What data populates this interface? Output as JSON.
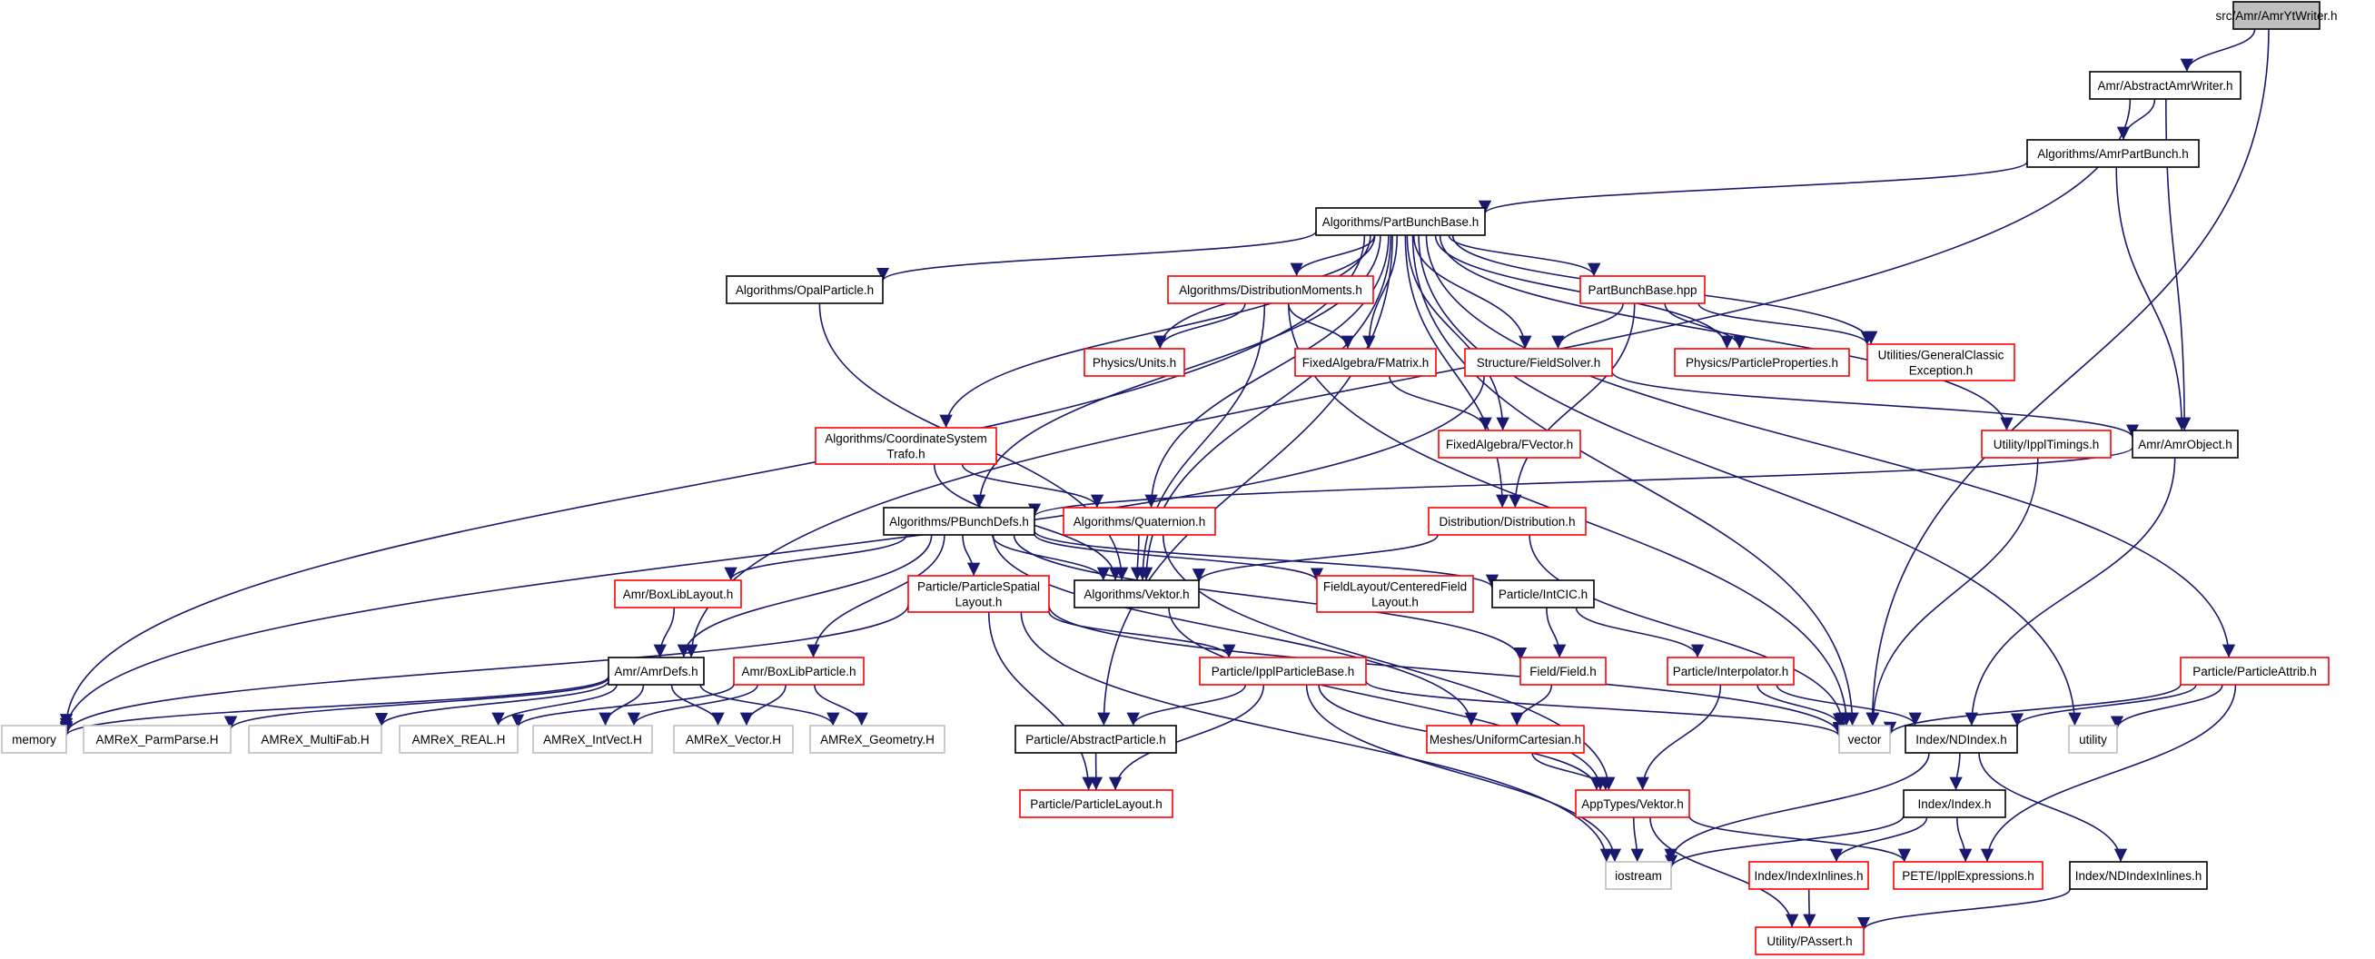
{
  "title": "",
  "colors": {
    "edge": "#191970",
    "border_documented": "#000000",
    "border_undocumented": "#ff0000",
    "border_external": "#bfbfbf",
    "root_fill": "#bfbfbf",
    "fill": "#ffffff"
  },
  "nodes": [
    {
      "id": "yt",
      "lines": [
        "src/Amr/AmrYtWriter.h"
      ],
      "kind": "root"
    },
    {
      "id": "aaw",
      "lines": [
        "Amr/AbstractAmrWriter.h"
      ],
      "kind": "doc"
    },
    {
      "id": "apb",
      "lines": [
        "Algorithms/AmrPartBunch.h"
      ],
      "kind": "doc"
    },
    {
      "id": "pbb",
      "lines": [
        "Algorithms/PartBunchBase.h"
      ],
      "kind": "doc"
    },
    {
      "id": "opal",
      "lines": [
        "Algorithms/OpalParticle.h"
      ],
      "kind": "doc"
    },
    {
      "id": "dmom",
      "lines": [
        "Algorithms/DistributionMoments.h"
      ],
      "kind": "undoc"
    },
    {
      "id": "pbbhpp",
      "lines": [
        "PartBunchBase.hpp"
      ],
      "kind": "undoc"
    },
    {
      "id": "units",
      "lines": [
        "Physics/Units.h"
      ],
      "kind": "undoc"
    },
    {
      "id": "fmat",
      "lines": [
        "FixedAlgebra/FMatrix.h"
      ],
      "kind": "undoc"
    },
    {
      "id": "fsolv",
      "lines": [
        "Structure/FieldSolver.h"
      ],
      "kind": "undoc"
    },
    {
      "id": "pprop",
      "lines": [
        "Physics/ParticleProperties.h"
      ],
      "kind": "undoc"
    },
    {
      "id": "gce",
      "lines": [
        "Utilities/GeneralClassic",
        "Exception.h"
      ],
      "kind": "undoc"
    },
    {
      "id": "cst",
      "lines": [
        "Algorithms/CoordinateSystem",
        "Trafo.h"
      ],
      "kind": "undoc"
    },
    {
      "id": "fvec",
      "lines": [
        "FixedAlgebra/FVector.h"
      ],
      "kind": "undoc"
    },
    {
      "id": "ippltim",
      "lines": [
        "Utility/IpplTimings.h"
      ],
      "kind": "undoc"
    },
    {
      "id": "amrobj",
      "lines": [
        "Amr/AmrObject.h"
      ],
      "kind": "doc"
    },
    {
      "id": "pbd",
      "lines": [
        "Algorithms/PBunchDefs.h"
      ],
      "kind": "doc"
    },
    {
      "id": "quat",
      "lines": [
        "Algorithms/Quaternion.h"
      ],
      "kind": "undoc"
    },
    {
      "id": "dist",
      "lines": [
        "Distribution/Distribution.h"
      ],
      "kind": "undoc"
    },
    {
      "id": "boxlay",
      "lines": [
        "Amr/BoxLibLayout.h"
      ],
      "kind": "undoc"
    },
    {
      "id": "pspat",
      "lines": [
        "Particle/ParticleSpatial",
        "Layout.h"
      ],
      "kind": "undoc"
    },
    {
      "id": "avek",
      "lines": [
        "Algorithms/Vektor.h"
      ],
      "kind": "doc"
    },
    {
      "id": "cfl",
      "lines": [
        "FieldLayout/CenteredField",
        "Layout.h"
      ],
      "kind": "undoc"
    },
    {
      "id": "intcic",
      "lines": [
        "Particle/IntCIC.h"
      ],
      "kind": "doc"
    },
    {
      "id": "pattrib",
      "lines": [
        "Particle/ParticleAttrib.h"
      ],
      "kind": "undoc"
    },
    {
      "id": "amrdefs",
      "lines": [
        "Amr/AmrDefs.h"
      ],
      "kind": "doc"
    },
    {
      "id": "boxpart",
      "lines": [
        "Amr/BoxLibParticle.h"
      ],
      "kind": "undoc"
    },
    {
      "id": "ipplpb",
      "lines": [
        "Particle/IpplParticleBase.h"
      ],
      "kind": "undoc"
    },
    {
      "id": "field",
      "lines": [
        "Field/Field.h"
      ],
      "kind": "undoc"
    },
    {
      "id": "interp",
      "lines": [
        "Particle/Interpolator.h"
      ],
      "kind": "undoc"
    },
    {
      "id": "memory",
      "lines": [
        "memory"
      ],
      "kind": "ext"
    },
    {
      "id": "parmp",
      "lines": [
        "AMReX_ParmParse.H"
      ],
      "kind": "ext"
    },
    {
      "id": "multif",
      "lines": [
        "AMReX_MultiFab.H"
      ],
      "kind": "ext"
    },
    {
      "id": "real",
      "lines": [
        "AMReX_REAL.H"
      ],
      "kind": "ext"
    },
    {
      "id": "intvect",
      "lines": [
        "AMReX_IntVect.H"
      ],
      "kind": "ext"
    },
    {
      "id": "amxvec",
      "lines": [
        "AMReX_Vector.H"
      ],
      "kind": "ext"
    },
    {
      "id": "geom",
      "lines": [
        "AMReX_Geometry.H"
      ],
      "kind": "ext"
    },
    {
      "id": "abspart",
      "lines": [
        "Particle/AbstractParticle.h"
      ],
      "kind": "doc"
    },
    {
      "id": "mesh",
      "lines": [
        "Meshes/UniformCartesian.h"
      ],
      "kind": "undoc"
    },
    {
      "id": "vector",
      "lines": [
        "vector"
      ],
      "kind": "ext"
    },
    {
      "id": "utility",
      "lines": [
        "utility"
      ],
      "kind": "ext"
    },
    {
      "id": "ndindex",
      "lines": [
        "Index/NDIndex.h"
      ],
      "kind": "doc"
    },
    {
      "id": "playout",
      "lines": [
        "Particle/ParticleLayout.h"
      ],
      "kind": "undoc"
    },
    {
      "id": "atvek",
      "lines": [
        "AppTypes/Vektor.h"
      ],
      "kind": "undoc"
    },
    {
      "id": "index",
      "lines": [
        "Index/Index.h"
      ],
      "kind": "doc"
    },
    {
      "id": "iostream",
      "lines": [
        "iostream"
      ],
      "kind": "ext"
    },
    {
      "id": "idxinl",
      "lines": [
        "Index/IndexInlines.h"
      ],
      "kind": "undoc"
    },
    {
      "id": "pete",
      "lines": [
        "PETE/IpplExpressions.h"
      ],
      "kind": "undoc"
    },
    {
      "id": "ndinl",
      "lines": [
        "Index/NDIndexInlines.h"
      ],
      "kind": "doc"
    },
    {
      "id": "passert",
      "lines": [
        "Utility/PAssert.h"
      ],
      "kind": "undoc"
    }
  ],
  "edges": [
    [
      "yt",
      "aaw"
    ],
    [
      "yt",
      "vector"
    ],
    [
      "aaw",
      "amrdefs"
    ],
    [
      "aaw",
      "apb"
    ],
    [
      "aaw",
      "amrobj"
    ],
    [
      "apb",
      "pbb"
    ],
    [
      "apb",
      "amrobj"
    ],
    [
      "pbb",
      "memory"
    ],
    [
      "pbb",
      "opal"
    ],
    [
      "pbb",
      "abspart"
    ],
    [
      "pbb",
      "avek"
    ],
    [
      "pbb",
      "cst"
    ],
    [
      "pbb",
      "pbd"
    ],
    [
      "pbb",
      "units"
    ],
    [
      "pbb",
      "dmom"
    ],
    [
      "pbb",
      "quat"
    ],
    [
      "pbb",
      "dist"
    ],
    [
      "pbb",
      "fmat"
    ],
    [
      "pbb",
      "fsolv"
    ],
    [
      "pbb",
      "pbbhpp"
    ],
    [
      "pbb",
      "pprop"
    ],
    [
      "pbb",
      "gce"
    ],
    [
      "pbb",
      "fvec"
    ],
    [
      "pbb",
      "vector"
    ],
    [
      "pbb",
      "ippltim"
    ],
    [
      "pbb",
      "pattrib"
    ],
    [
      "pbb",
      "utility"
    ],
    [
      "opal",
      "avek"
    ],
    [
      "dmom",
      "units"
    ],
    [
      "dmom",
      "fmat"
    ],
    [
      "dmom",
      "avek"
    ],
    [
      "dmom",
      "vector"
    ],
    [
      "pbbhpp",
      "fsolv"
    ],
    [
      "pbbhpp",
      "pprop"
    ],
    [
      "pbbhpp",
      "gce"
    ],
    [
      "pbbhpp",
      "dist"
    ],
    [
      "fmat",
      "fvec"
    ],
    [
      "fsolv",
      "memory"
    ],
    [
      "fsolv",
      "amrobj"
    ],
    [
      "cst",
      "quat"
    ],
    [
      "cst",
      "avek"
    ],
    [
      "ippltim",
      "vector"
    ],
    [
      "amrobj",
      "pbd"
    ],
    [
      "amrobj",
      "ndindex"
    ],
    [
      "pbd",
      "boxlay"
    ],
    [
      "pbd",
      "amrdefs"
    ],
    [
      "pbd",
      "boxpart"
    ],
    [
      "pbd",
      "pspat"
    ],
    [
      "pbd",
      "avek"
    ],
    [
      "pbd",
      "cfl"
    ],
    [
      "pbd",
      "intcic"
    ],
    [
      "pbd",
      "field"
    ],
    [
      "pbd",
      "mesh"
    ],
    [
      "quat",
      "avek"
    ],
    [
      "quat",
      "atvek"
    ],
    [
      "dist",
      "avek"
    ],
    [
      "dist",
      "vector"
    ],
    [
      "boxlay",
      "amrdefs"
    ],
    [
      "pspat",
      "memory"
    ],
    [
      "pspat",
      "playout"
    ],
    [
      "pspat",
      "ipplpb"
    ],
    [
      "pspat",
      "iostream"
    ],
    [
      "pspat",
      "vector"
    ],
    [
      "avek",
      "atvek"
    ],
    [
      "intcic",
      "field"
    ],
    [
      "intcic",
      "interp"
    ],
    [
      "pattrib",
      "vector"
    ],
    [
      "pattrib",
      "utility"
    ],
    [
      "pattrib",
      "ndindex"
    ],
    [
      "pattrib",
      "pete"
    ],
    [
      "amrdefs",
      "memory"
    ],
    [
      "amrdefs",
      "parmp"
    ],
    [
      "amrdefs",
      "multif"
    ],
    [
      "amrdefs",
      "real"
    ],
    [
      "amrdefs",
      "intvect"
    ],
    [
      "amrdefs",
      "amxvec"
    ],
    [
      "amrdefs",
      "geom"
    ],
    [
      "boxpart",
      "real"
    ],
    [
      "boxpart",
      "intvect"
    ],
    [
      "boxpart",
      "amxvec"
    ],
    [
      "boxpart",
      "geom"
    ],
    [
      "ipplpb",
      "abspart"
    ],
    [
      "ipplpb",
      "playout"
    ],
    [
      "ipplpb",
      "atvek"
    ],
    [
      "ipplpb",
      "iostream"
    ],
    [
      "ipplpb",
      "vector"
    ],
    [
      "field",
      "mesh"
    ],
    [
      "interp",
      "atvek"
    ],
    [
      "interp",
      "vector"
    ],
    [
      "interp",
      "ndindex"
    ],
    [
      "abspart",
      "playout"
    ],
    [
      "mesh",
      "atvek"
    ],
    [
      "ndindex",
      "index"
    ],
    [
      "ndindex",
      "iostream"
    ],
    [
      "ndindex",
      "ndinl"
    ],
    [
      "atvek",
      "iostream"
    ],
    [
      "atvek",
      "pete"
    ],
    [
      "atvek",
      "passert"
    ],
    [
      "index",
      "iostream"
    ],
    [
      "index",
      "idxinl"
    ],
    [
      "index",
      "pete"
    ],
    [
      "idxinl",
      "passert"
    ],
    [
      "ndinl",
      "passert"
    ]
  ]
}
